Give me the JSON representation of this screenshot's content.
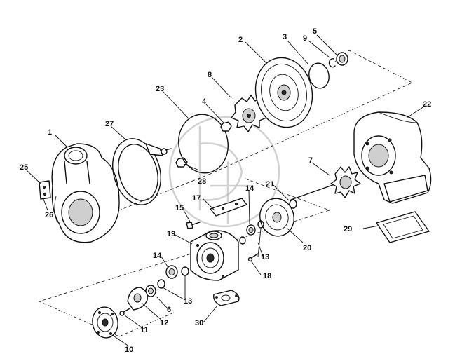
{
  "diagram": {
    "callouts": {
      "c1": "1",
      "c2": "2",
      "c3": "3",
      "c4": "4",
      "c5": "5",
      "c6": "6",
      "c7": "7",
      "c8": "8",
      "c9": "9",
      "c10": "10",
      "c11": "11",
      "c12": "12",
      "c13a": "13",
      "c13b": "13",
      "c14a": "14",
      "c14b": "14",
      "c15": "15",
      "c17": "17",
      "c18": "18",
      "c19": "19",
      "c20": "20",
      "c21": "21",
      "c22": "22",
      "c23": "23",
      "c25": "25",
      "c26": "26",
      "c27": "27",
      "c28": "28",
      "c29": "29",
      "c30": "30"
    }
  }
}
